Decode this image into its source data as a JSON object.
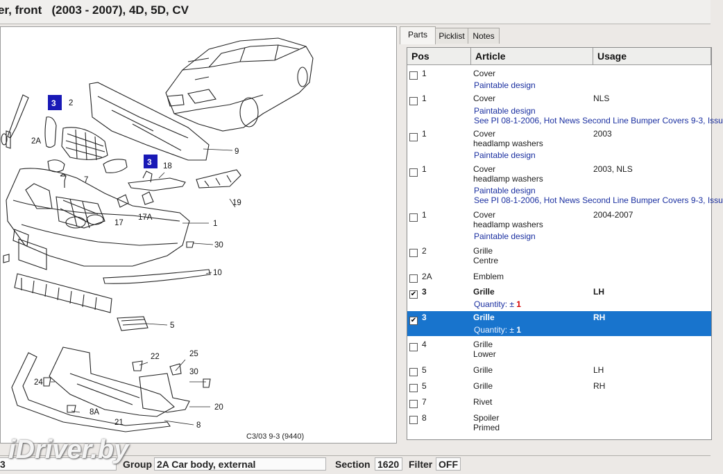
{
  "window": {
    "title": "er, front   (2003 - 2007), 4D, 5D, CV"
  },
  "tabs": [
    {
      "label": "Parts",
      "active": true
    },
    {
      "label": "Picklist",
      "active": false
    },
    {
      "label": "Notes",
      "active": false
    }
  ],
  "table": {
    "headers": [
      "Pos",
      "Article",
      "Usage"
    ],
    "rows": [
      {
        "pos": "1",
        "checked": false,
        "selected": false,
        "article": [
          "Cover"
        ],
        "usage": "",
        "notes": [
          "Paintable design"
        ]
      },
      {
        "pos": "1",
        "checked": false,
        "selected": false,
        "article": [
          "Cover"
        ],
        "usage": "NLS",
        "notes": [
          "Paintable design",
          "See PI 08-1-2006, Hot News Second Line Bumper Covers 9-3, Issu"
        ]
      },
      {
        "pos": "1",
        "checked": false,
        "selected": false,
        "article": [
          "Cover",
          "headlamp washers"
        ],
        "usage": "2003",
        "notes": [
          "Paintable design"
        ]
      },
      {
        "pos": "1",
        "checked": false,
        "selected": false,
        "article": [
          "Cover",
          "headlamp washers"
        ],
        "usage": "2003, NLS",
        "notes": [
          "Paintable design",
          "See PI 08-1-2006, Hot News Second Line Bumper Covers 9-3, Issu"
        ]
      },
      {
        "pos": "1",
        "checked": false,
        "selected": false,
        "article": [
          "Cover",
          "headlamp washers"
        ],
        "usage": "2004-2007",
        "notes": [
          "Paintable design"
        ]
      },
      {
        "pos": "2",
        "checked": false,
        "selected": false,
        "article": [
          "Grille",
          "Centre"
        ],
        "usage": "",
        "notes": []
      },
      {
        "pos": "2A",
        "checked": false,
        "selected": false,
        "article": [
          "Emblem"
        ],
        "usage": "",
        "notes": []
      },
      {
        "pos": "3",
        "checked": true,
        "selected": false,
        "bold": true,
        "article": [
          "Grille"
        ],
        "usage": "LH",
        "quantity": {
          "label": "Quantity: ±",
          "value": "1"
        },
        "notes": []
      },
      {
        "pos": "3",
        "checked": true,
        "selected": true,
        "bold": true,
        "article": [
          "Grille"
        ],
        "usage": "RH",
        "quantity": {
          "label": "Quantity: ±",
          "value": "1"
        },
        "notes": []
      },
      {
        "pos": "4",
        "checked": false,
        "selected": false,
        "article": [
          "Grille",
          "Lower"
        ],
        "usage": "",
        "notes": []
      },
      {
        "pos": "5",
        "checked": false,
        "selected": false,
        "article": [
          "Grille"
        ],
        "usage": "LH",
        "notes": []
      },
      {
        "pos": "5",
        "checked": false,
        "selected": false,
        "article": [
          "Grille"
        ],
        "usage": "RH",
        "notes": []
      },
      {
        "pos": "7",
        "checked": false,
        "selected": false,
        "article": [
          "Rivet"
        ],
        "usage": "",
        "notes": []
      },
      {
        "pos": "8",
        "checked": false,
        "selected": false,
        "article": [
          "Spoiler",
          "Primed"
        ],
        "usage": "",
        "notes": []
      }
    ]
  },
  "diagram": {
    "caption": "C3/03 9-3 (9440)",
    "highlight_labels": [
      "3",
      "3"
    ],
    "callouts": [
      "2",
      "2A",
      "7",
      "18",
      "9",
      "19",
      "17",
      "17A",
      "1",
      "30",
      "10",
      "5",
      "22",
      "25",
      "30",
      "24",
      "8A",
      "21",
      "20",
      "8"
    ]
  },
  "status": {
    "left": "3",
    "group_label": "Group",
    "group_value": "2A Car body, external",
    "section_label": "Section",
    "section_value": "1620",
    "filter_label": "Filter",
    "filter_value": "OFF"
  },
  "watermark": "iDriver.by",
  "colors": {
    "selection": "#1874cd",
    "highlight": "#1919b6",
    "link_blue": "#1a2fa0",
    "quantity_red": "#d60000"
  }
}
